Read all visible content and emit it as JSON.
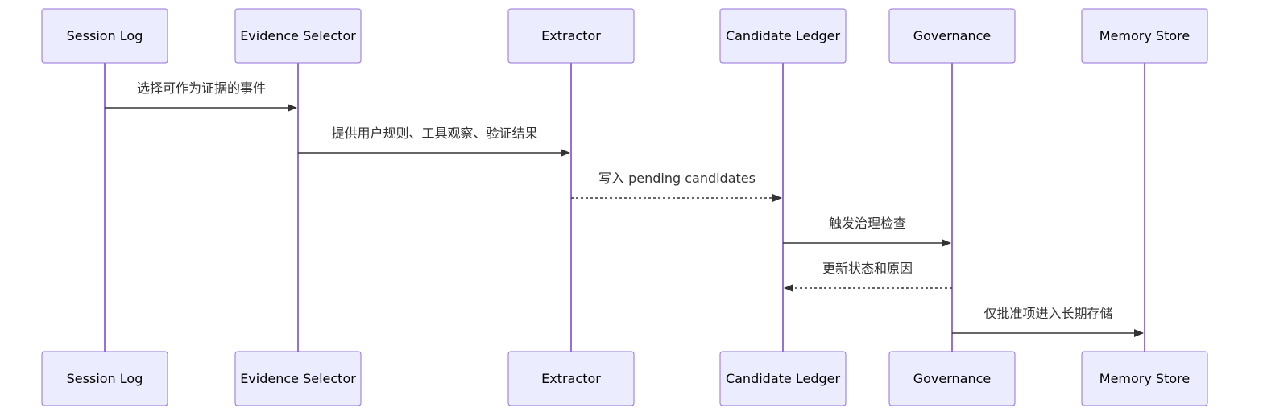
{
  "participants": [
    {
      "id": "session_log",
      "label": "Session Log"
    },
    {
      "id": "evidence_selector",
      "label": "Evidence Selector"
    },
    {
      "id": "extractor",
      "label": "Extractor"
    },
    {
      "id": "candidate_ledger",
      "label": "Candidate Ledger"
    },
    {
      "id": "governance",
      "label": "Governance"
    },
    {
      "id": "memory_store",
      "label": "Memory Store"
    }
  ],
  "messages": [
    {
      "from": 0,
      "to": 1,
      "label": "选择可作为证据的事件",
      "style": "solid"
    },
    {
      "from": 1,
      "to": 2,
      "label": "提供用户规则、工具观察、验证结果",
      "style": "solid"
    },
    {
      "from": 2,
      "to": 3,
      "label": "写入 pending candidates",
      "style": "dashed"
    },
    {
      "from": 3,
      "to": 4,
      "label": "触发治理检查",
      "style": "solid"
    },
    {
      "from": 4,
      "to": 3,
      "label": "更新状态和原因",
      "style": "dashed"
    },
    {
      "from": 4,
      "to": 5,
      "label": "仅批准项进入长期存储",
      "style": "solid"
    }
  ],
  "colors": {
    "actor_fill": "#ECECFF",
    "actor_border": "#9370DB",
    "lifeline": "#9370DB",
    "message_line": "#333333"
  }
}
